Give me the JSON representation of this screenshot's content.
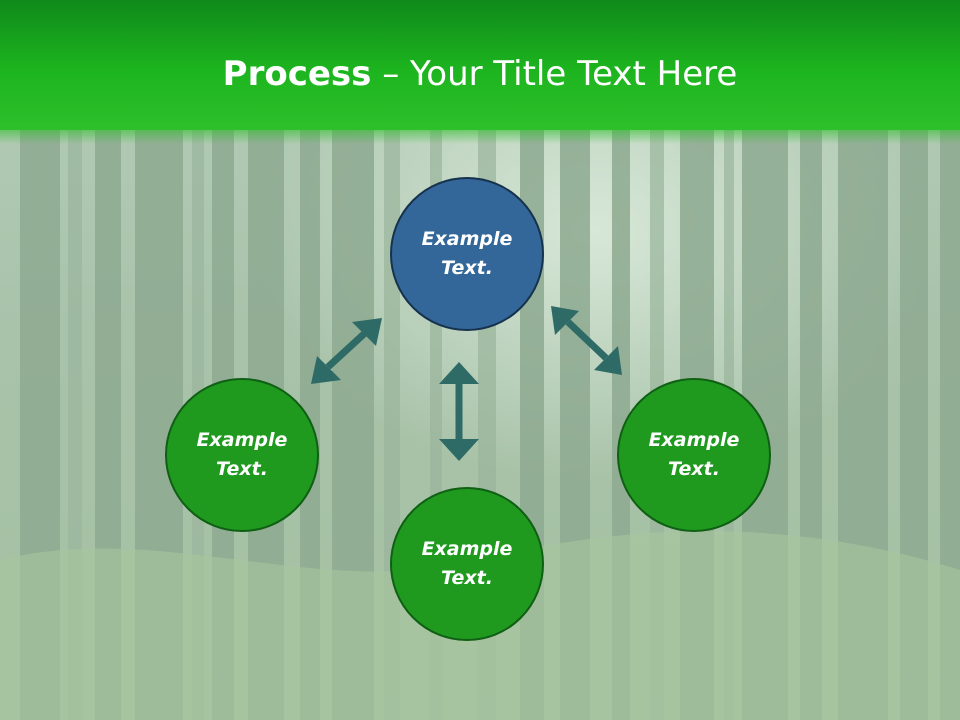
{
  "title": {
    "bold": "Process",
    "dash": " – ",
    "rest": "Your Title Text Here"
  },
  "nodes": {
    "top": {
      "line1": "Example",
      "line2": "Text."
    },
    "left": {
      "line1": "Example",
      "line2": "Text."
    },
    "bottom": {
      "line1": "Example",
      "line2": "Text."
    },
    "right": {
      "line1": "Example",
      "line2": "Text."
    }
  },
  "colors": {
    "header_green": "#1db51f",
    "node_green": "#1f9a1f",
    "node_blue": "#336699",
    "arrow": "#2f6b66"
  }
}
